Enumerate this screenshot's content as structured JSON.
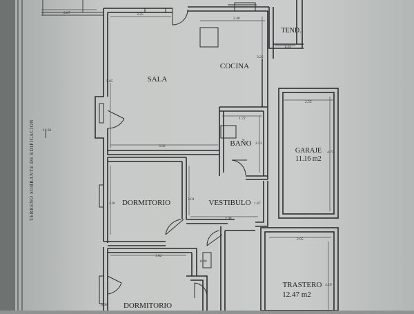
{
  "plan": {
    "rooms": {
      "sala": "SALA",
      "cocina": "COCINA",
      "tend": "TEND.",
      "bano": "BAÑO",
      "garaje": "GARAJE",
      "garaje_area": "11.16 m2",
      "dormitorio_1": "DORMITORIO",
      "vestibulo": "VESTIBULO",
      "trastero": "TRASTERO",
      "trastero_area": "12.47 m2",
      "dormitorio_2": "DORMITORIO"
    },
    "side_note": "TERRENO SOBRANTE DE EDIFICACION",
    "dimensions": {
      "d_2_07": "2.07",
      "d_3_25": "3.25",
      "d_2_40": "2.40",
      "d_1_33": "1.33",
      "d_3_25_v": "3.25",
      "d_5_05": "5.05",
      "d_1_72": "1.72",
      "d_2_51": "2.51",
      "d_3_92": "3.92",
      "d_2_55": "2.55",
      "d_4_75": "4.75",
      "d_2_91": "2.91",
      "d_3_01": "3.01",
      "d_1_47": "1.47",
      "d_2_98": "2.98",
      "d_3_62": "3.62",
      "d_0_90": "0.90",
      "d_2_95": "2.95",
      "d_4_20": "4.20",
      "d_3_96": "3.96",
      "d_16_32": "16.32"
    }
  },
  "colors": {
    "paper": "#c9ccc9",
    "paper_shadow": "#8f9391",
    "wall": "#2b2d2e",
    "wall_fill": "#b4b7b5",
    "text": "#1e1f20"
  }
}
